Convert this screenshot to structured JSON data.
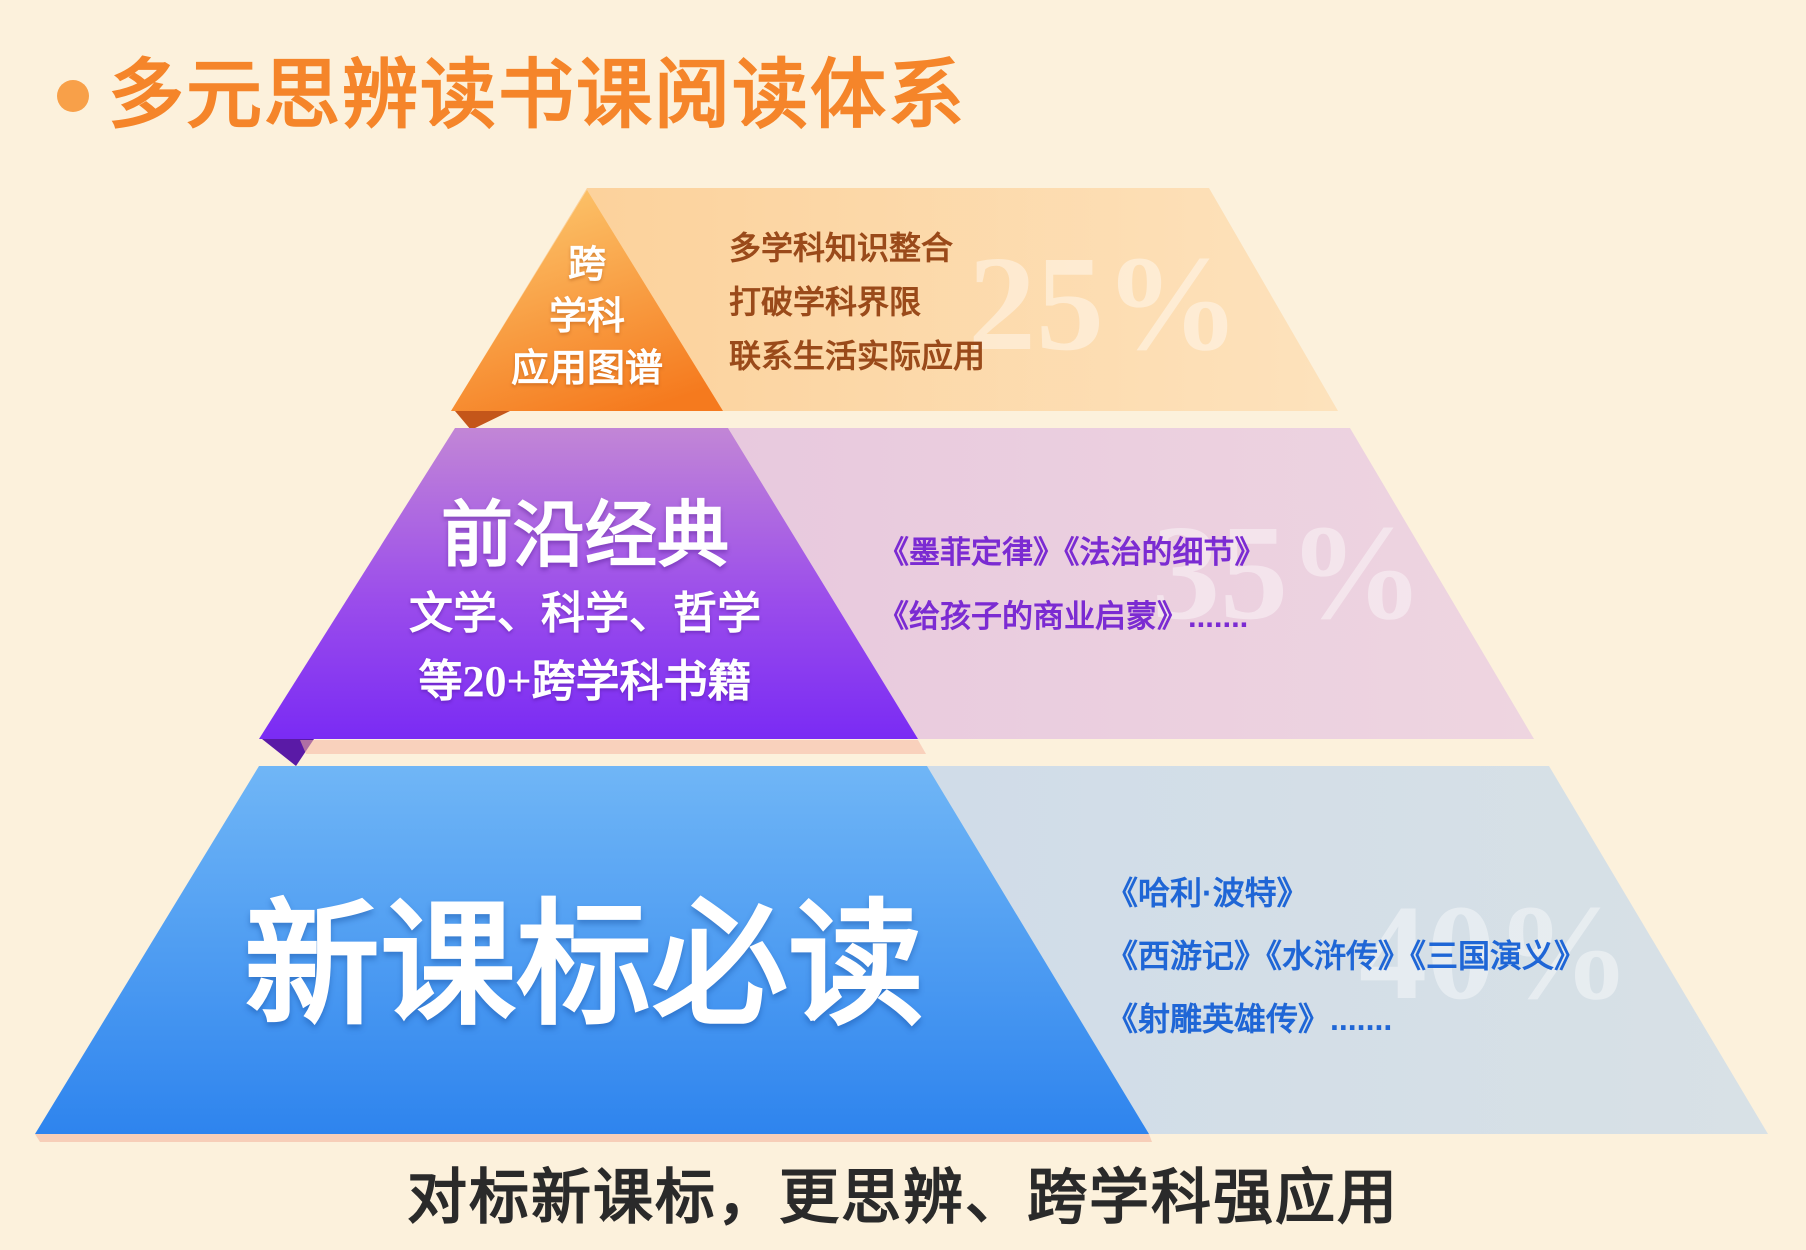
{
  "title": "多元思辨读书课阅读体系",
  "tiers": {
    "top": {
      "label_lines": [
        "跨",
        "学科",
        "应用图谱"
      ],
      "points": [
        "多学科知识整合",
        "打破学科界限",
        "联系生活实际应用"
      ],
      "percent": "25%"
    },
    "middle": {
      "heading": "前沿经典",
      "sub_lines": [
        "文学、科学、哲学",
        "等20+跨学科书籍"
      ],
      "books": [
        "《墨菲定律》《法治的细节》",
        "《给孩子的商业启蒙》......."
      ],
      "percent": "35%"
    },
    "bottom": {
      "heading": "新课标必读",
      "books": [
        "《哈利·波特》",
        "《西游记》《水浒传》《三国演义》",
        "《射雕英雄传》......."
      ],
      "percent": "40%"
    }
  },
  "caption": "对标新课标，更思辨、跨学科强应用",
  "colors": {
    "background": "#FCF1DC",
    "title": "#F5852A",
    "top_text": "#9A4A1A",
    "middle_text": "#7B2BD2",
    "bottom_text": "#1F66D6",
    "caption": "#2A2A2A",
    "top_tier": "#F57A1E",
    "middle_tier": "#7A2BF4",
    "bottom_tier": "#2E84EE"
  }
}
